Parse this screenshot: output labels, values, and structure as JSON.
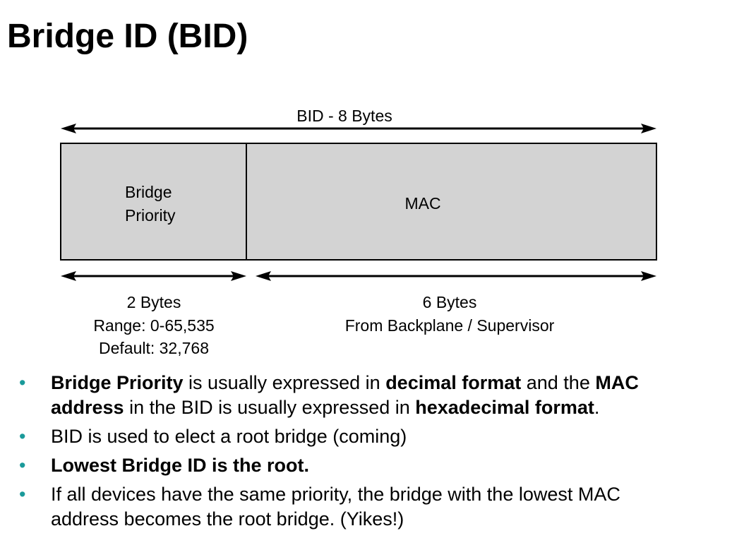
{
  "title": "Bridge ID (BID)",
  "diagram": {
    "top_label": "BID - 8 Bytes",
    "left_field": {
      "line1": "Bridge",
      "line2": "Priority",
      "caption1": "2 Bytes",
      "caption2": "Range: 0-65,535",
      "caption3": "Default: 32,768"
    },
    "right_field": {
      "label": "MAC",
      "caption1": "6 Bytes",
      "caption2": "From Backplane / Supervisor"
    },
    "field_fill_color": "#d3d3d3"
  },
  "bullet_color": "#1a9a9a",
  "bullets": [
    {
      "lines": [
        [
          {
            "t": "Bridge Priority",
            "b": true
          },
          {
            "t": " is usually expressed in ",
            "b": false
          },
          {
            "t": "decimal format",
            "b": true
          },
          {
            "t": " and the ",
            "b": false
          },
          {
            "t": "MAC",
            "b": true
          }
        ],
        [
          {
            "t": "address",
            "b": true
          },
          {
            "t": " in the BID is usually expressed in ",
            "b": false
          },
          {
            "t": "hexadecimal format",
            "b": true
          },
          {
            "t": ".",
            "b": false
          }
        ]
      ]
    },
    {
      "lines": [
        [
          {
            "t": "BID is used to elect a root bridge (coming)",
            "b": false
          }
        ]
      ]
    },
    {
      "lines": [
        [
          {
            "t": "Lowest Bridge ID is the root.",
            "b": true
          }
        ]
      ]
    },
    {
      "lines": [
        [
          {
            "t": "If all devices have the same priority, the bridge with the lowest MAC",
            "b": false
          }
        ],
        [
          {
            "t": "address becomes the root bridge. (Yikes!)",
            "b": false
          }
        ]
      ]
    }
  ]
}
